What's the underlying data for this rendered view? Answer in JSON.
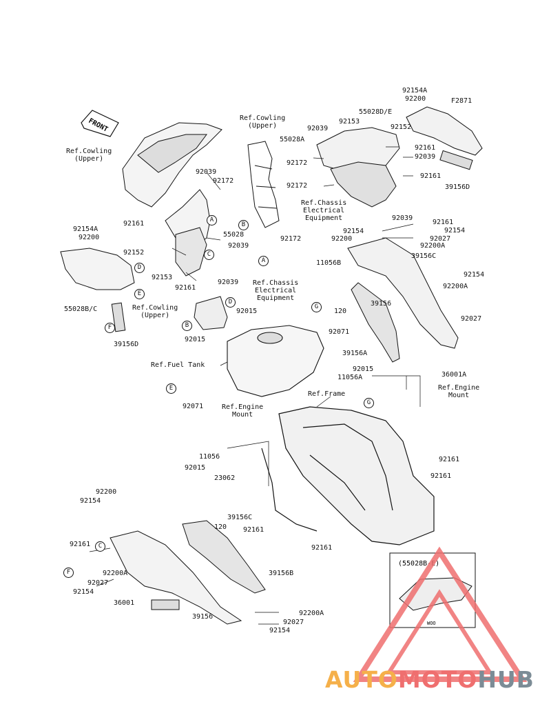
{
  "front_label": "FRONT",
  "ref_cowling_upper": [
    "Ref.Cowling",
    "(Upper)"
  ],
  "ref_cowling_upper2": [
    "Ref.Cowling",
    "(Upper)"
  ],
  "ref_cowling_upper3": [
    "Ref.Cowling",
    "(Upper)"
  ],
  "ref_chassis_elec": [
    "Ref.Chassis",
    "Electrical",
    "Equipment"
  ],
  "ref_chassis_elec2": [
    "Ref.Chassis",
    "Electrical",
    "Equipment"
  ],
  "ref_fuel_tank": "Ref.Fuel Tank",
  "ref_frame": "Ref.Frame",
  "ref_engine_mount": [
    "Ref.Engine",
    "Mount"
  ],
  "ref_engine_mount2": [
    "Ref.Engine",
    "Mount"
  ],
  "inset_label": "(55028B-E)",
  "inset_note": "WOO",
  "watermark": [
    "AUTO",
    "MOTO",
    "HUB"
  ],
  "parts": {
    "p1": "92154A",
    "p2": "92200",
    "p3": "F2871",
    "p4": "55028D/E",
    "p5": "92153",
    "p6": "92152",
    "p7": "92039",
    "p8": "55028A",
    "p9": "92161",
    "p10": "92039",
    "p11": "92172",
    "p12": "92161",
    "p13": "92172",
    "p14": "39156D",
    "p15": "92039",
    "p16": "92039",
    "p17": "92172",
    "p18": "92154A",
    "p19": "92161",
    "p20": "92200",
    "p21": "55028",
    "p22": "92039",
    "p23": "92152",
    "p24": "92153",
    "p25": "92161",
    "p26": "92039",
    "p27": "55028B/C",
    "p28": "39156D",
    "p29": "92172",
    "p30": "11056B",
    "p31": "120",
    "p32": "92161",
    "p33": "92154",
    "p34": "92027",
    "p35": "92200A",
    "p36": "92154",
    "p37": "92200",
    "p38": "39156C",
    "p39": "92154",
    "p40": "92200A",
    "p41": "92027",
    "p42": "39156",
    "p43": "39156A",
    "p44": "92015",
    "p45": "92071",
    "p46": "92015",
    "p47": "92015",
    "p48": "11056A",
    "p49": "36001A",
    "p50": "92071",
    "p51": "11056",
    "p52": "92015",
    "p53": "23062",
    "p54": "120",
    "p55": "92161",
    "p56": "92161",
    "p57": "92200",
    "p58": "92154",
    "p59": "39156C",
    "p60": "92161",
    "p61": "92161",
    "p62": "39156B",
    "p63": "92161",
    "p64": "92200A",
    "p65": "92027",
    "p66": "92154",
    "p67": "36001",
    "p68": "39156",
    "p69": "92200A",
    "p70": "92027",
    "p71": "92154"
  },
  "circle_refs": {
    "a1": "A",
    "b1": "B",
    "c1": "C",
    "d1": "D",
    "e1": "E",
    "f1": "F",
    "a2": "A",
    "d2": "D",
    "b2": "B",
    "g1": "G",
    "e2": "E",
    "g2": "G",
    "c2": "C",
    "f2": "F"
  }
}
